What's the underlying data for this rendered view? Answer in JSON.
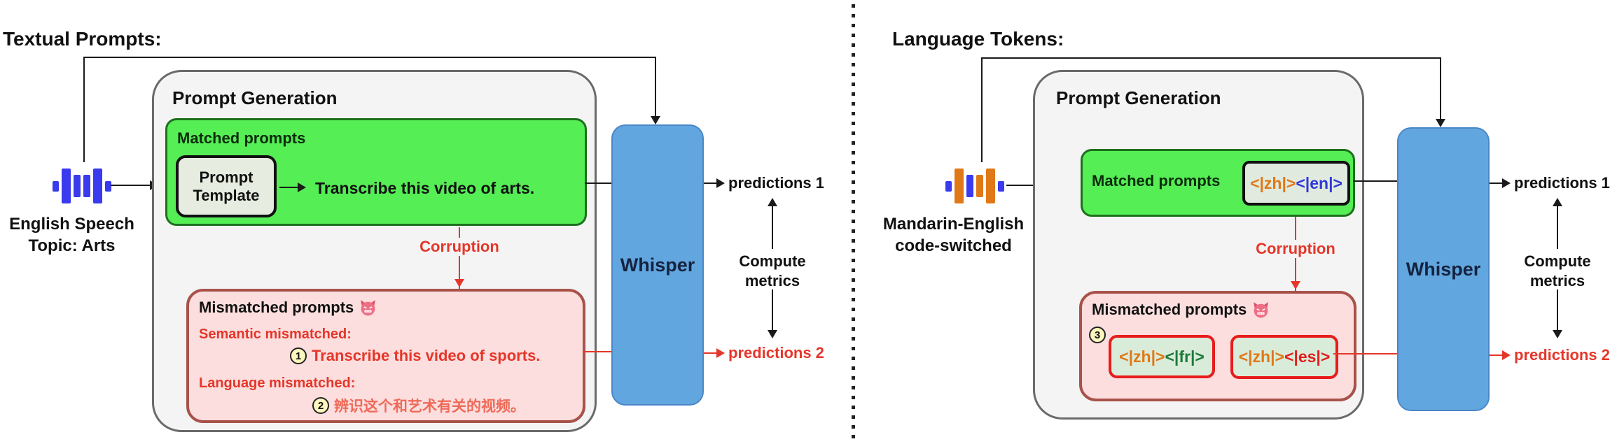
{
  "left": {
    "title": "Textual Prompts:",
    "source": {
      "line1": "English Speech",
      "line2": "Topic: Arts",
      "icon": "audio-waveform-icon"
    },
    "prompt_generation_title": "Prompt Generation",
    "matched": {
      "title": "Matched prompts",
      "template_line1": "Prompt",
      "template_line2": "Template",
      "prompt_text": "Transcribe this video of arts."
    },
    "corruption_label": "Corruption",
    "mismatched": {
      "title": "Mismatched prompts",
      "emoji": "angry-devil-face",
      "semantic_label": "Semantic mismatched:",
      "item1_number": "1",
      "item1_text": "Transcribe this video of sports.",
      "language_label": "Language mismatched:",
      "item2_number": "2",
      "item2_text": "辨识这个和艺术有关的视频。"
    },
    "whisper_label": "Whisper",
    "predictions1": "predictions 1",
    "predictions2": "predictions 2",
    "compute_line1": "Compute",
    "compute_line2": "metrics"
  },
  "right": {
    "title": "Language Tokens:",
    "source": {
      "line1": "Mandarin-English",
      "line2": "code-switched",
      "icon": "audio-waveform-icon"
    },
    "prompt_generation_title": "Prompt Generation",
    "matched": {
      "title": "Matched prompts",
      "token_zh": "<|zh|>",
      "token_en": "<|en|>"
    },
    "corruption_label": "Corruption",
    "mismatched": {
      "title": "Mismatched prompts",
      "emoji": "angry-devil-face",
      "item_number": "3",
      "pair1_zh": "<|zh|>",
      "pair1_other": "<|fr|>",
      "pair2_zh": "<|zh|>",
      "pair2_other": "<|es|>"
    },
    "whisper_label": "Whisper",
    "predictions1": "predictions 1",
    "predictions2": "predictions 2",
    "compute_line1": "Compute",
    "compute_line2": "metrics"
  },
  "colors": {
    "matched_green": "#55ee55",
    "matched_green_border": "#1d701d",
    "mismatched_pink": "#fcdede",
    "mismatched_pink_border": "#a8524a",
    "whisper_blue": "#62a6df",
    "accent_red": "#e5362a",
    "token_zh_orange": "#e07818",
    "token_en_blue": "#3038d8",
    "token_fr_green": "#1d7a3a",
    "token_es_red": "#e02020",
    "waveform_blue": "#3a3aee",
    "waveform_orange": "#e07818",
    "panel_background": "#f4f4f4"
  }
}
